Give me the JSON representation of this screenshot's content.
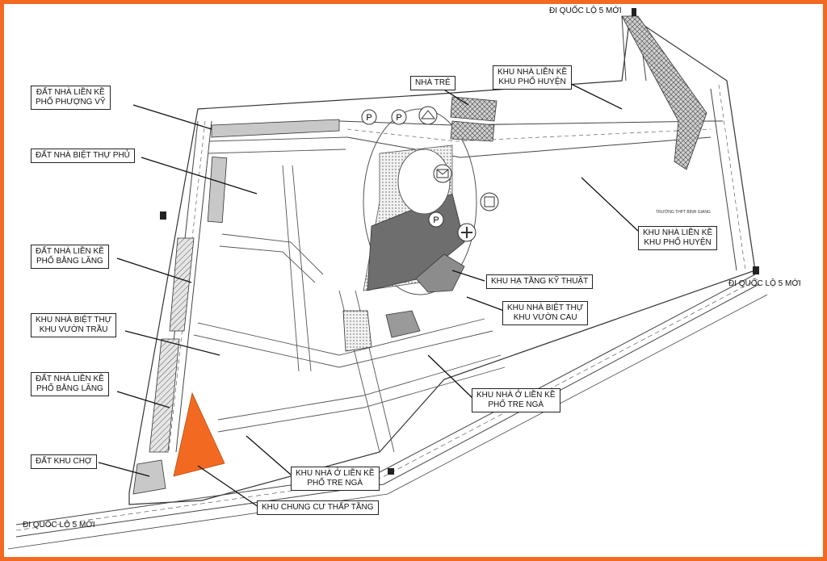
{
  "colors": {
    "frame": "#f26a21",
    "highlight": "#f26a21",
    "lot_fill": "#c8c8c8",
    "park_fill": "#6e6e6e",
    "line": "#333333"
  },
  "roads": {
    "top_right": "ĐI QUỐC LỘ 5 MỚI",
    "right": "ĐI QUỐC LỘ 5 MỚI",
    "bottom_left": "ĐI QUỐC LỘ 5 MỚI"
  },
  "school_label": "TRƯỜNG THPT BÌNH GIANG",
  "icon_symbols": {
    "parking": "P"
  },
  "labels": {
    "phuong_vy": [
      "ĐẤT NHÀ LIỀN KỀ",
      "PHỐ PHƯỢNG VỸ"
    ],
    "biet_thu_phu": [
      "ĐẤT NHÀ BIỆT THỰ PHỦ"
    ],
    "bang_lang_1": [
      "ĐẤT NHÀ LIỀN KỀ",
      "PHỐ BẰNG LĂNG"
    ],
    "vuon_trau": [
      "KHU NHÀ BIỆT THỰ",
      "KHU VƯỜN TRẦU"
    ],
    "bang_lang_2": [
      "ĐẤT NHÀ LIỀN KỀ",
      "PHỐ BẰNG LĂNG"
    ],
    "khu_cho": [
      "ĐẤT KHU CHỢ"
    ],
    "nha_tre": [
      "NHÀ TRẺ"
    ],
    "pho_huyen_1": [
      "KHU NHÀ LIỀN KỀ",
      "KHU PHỐ HUYỆN"
    ],
    "pho_huyen_2": [
      "KHU NHÀ LIỀN KỀ",
      "KHU PHỐ HUYỆN"
    ],
    "ha_tang": [
      "KHU HẠ TẦNG KỸ THUẬT"
    ],
    "vuon_cau": [
      "KHU NHÀ BIỆT THỰ",
      "KHU VƯỜN CAU"
    ],
    "tre_nga_1": [
      "KHU NHÀ Ở LIỀN KỀ",
      "PHỐ TRE NGÀ"
    ],
    "tre_nga_2": [
      "KHU NHÀ Ở LIỀN KỀ",
      "PHỐ TRE NGÀ"
    ],
    "chung_cu": [
      "KHU CHUNG CƯ THẤP TẦNG"
    ]
  }
}
